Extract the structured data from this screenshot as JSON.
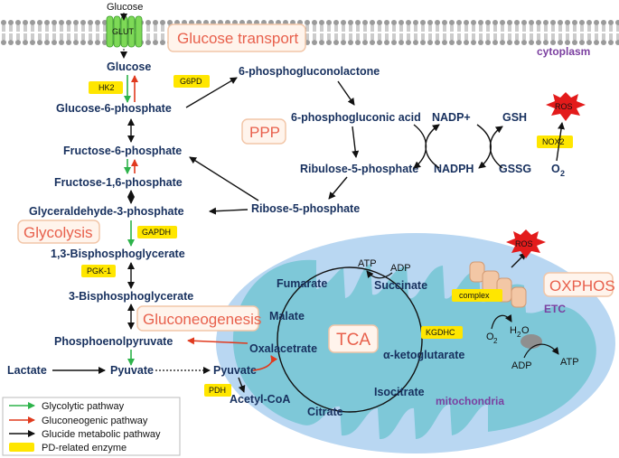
{
  "labels": {
    "glucose_out": "Glucose",
    "glut": "GLUT",
    "cytoplasm": "cytoplasm",
    "mitochondria": "mitochondria",
    "glucose": "Glucose",
    "g6p": "Glucose-6-phosphate",
    "f6p": "Fructose-6-phosphate",
    "f16bp": "Fructose-1,6-phosphate",
    "g3p": "Glyceraldehyde-3-phosphate",
    "bpg13": "1,3-Bisphosphoglycerate",
    "pg3": "3-Bisphosphoglycerate",
    "pep": "Phosphoenolpyruvate",
    "lactate": "Lactate",
    "pyruvate": "Pyuvate",
    "pyruvate_mito": "Pyuvate",
    "acetylcoa": "Acetyl-CoA",
    "pgl6": "6-phosphogluconolactone",
    "pga6": "6-phosphogluconic acid",
    "ru5p": "Ribulose-5-phosphate",
    "r5p": "Ribose-5-phosphate",
    "nadp": "NADP+",
    "nadph": "NADPH",
    "gsh": "GSH",
    "gssg": "GSSG",
    "o2": "O",
    "o2_sub": "2",
    "ros_top": "ROS",
    "ros_mito": "ROS",
    "fumarate": "Fumarate",
    "succinate": "Succinate",
    "malate": "Malate",
    "oxaloacetate": "Oxalacetrate",
    "akg": "α-ketoglutarate",
    "isocitrate": "Isocitrate",
    "citrate": "Citrate",
    "atp_tca": "ATP",
    "adp_tca": "ADP",
    "o2_etc": "O",
    "o2_etc_sub": "2",
    "h2o": "H",
    "h2o_sub": "2",
    "h2o_o": "O",
    "adp_etc": "ADP",
    "atp_etc": "ATP",
    "etc": "ETC"
  },
  "sections": {
    "glucose_transport": "Glucose transport",
    "ppp": "PPP",
    "glycolysis": "Glycolysis",
    "gluconeogenesis": "Gluconeogenesis",
    "tca": "TCA",
    "oxphos": "OXPHOS"
  },
  "enzymes": {
    "hk2": "HK2",
    "g6pd": "G6PD",
    "nox2": "NOX2",
    "gapdh": "GAPDH",
    "pgk1": "PGK-1",
    "pdh": "PDH",
    "kgdhc": "KGDHC",
    "complex": "complex"
  },
  "legend": [
    {
      "label": "Glycolytic pathway",
      "color": "#2db34a"
    },
    {
      "label": "Gluconeogenic pathway",
      "color": "#e03a1e"
    },
    {
      "label": "Glucide metabolic pathway",
      "color": "#111111"
    },
    {
      "label": "PD-related enzyme",
      "color": "#ffe600"
    }
  ],
  "colors": {
    "glycolytic": "#2db34a",
    "gluconeogenic": "#e03a1e",
    "metabolic": "#111111",
    "enzyme_box": "#ffe600",
    "metabolite_text": "#17305e",
    "section_title": "#e8604c",
    "compartment_label": "#7b3fa0",
    "mito_outer": "#b9d7f2",
    "mito_inner": "#7ec8d8"
  }
}
